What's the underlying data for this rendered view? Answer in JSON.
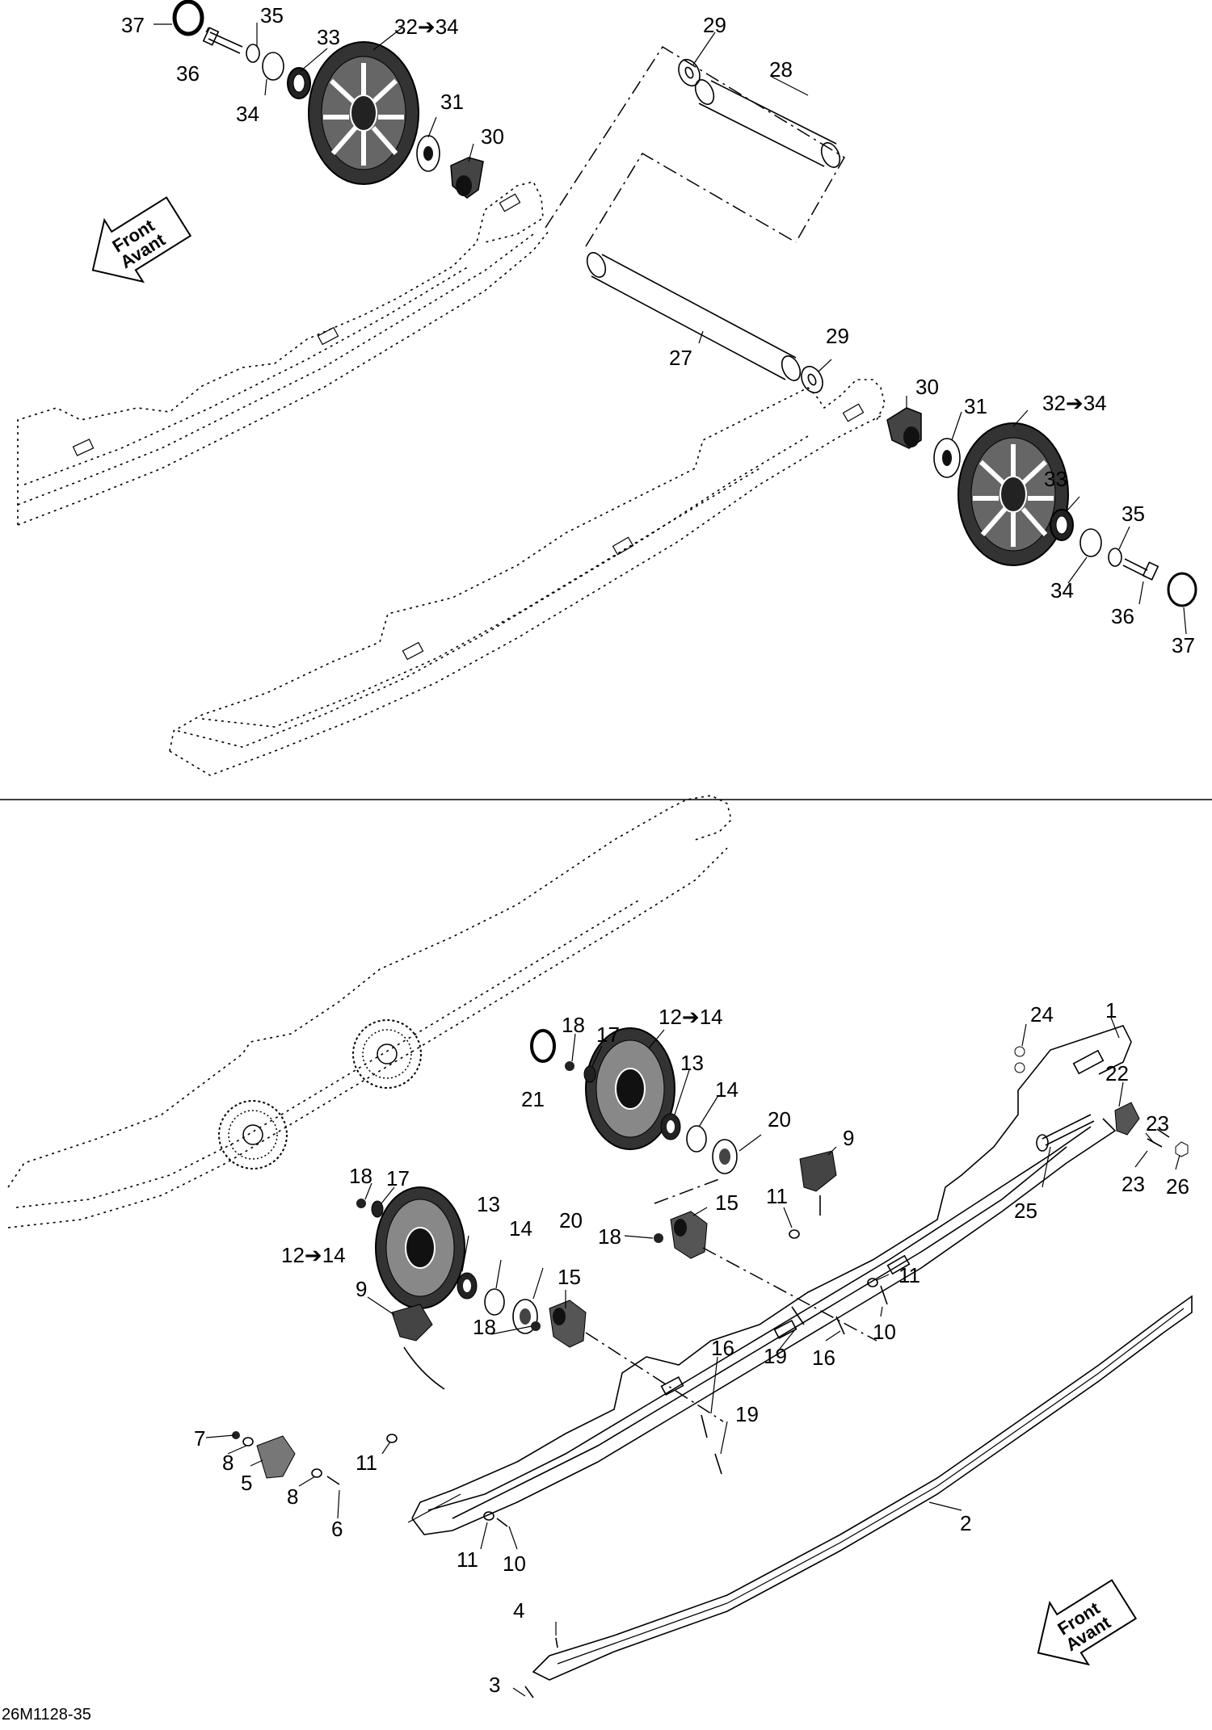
{
  "drawing_number": "26M1128-35",
  "front_arrow": {
    "line1": "Front",
    "line2": "Avant"
  },
  "callouts_top": [
    {
      "id": "c37a",
      "text": "37"
    },
    {
      "id": "c35a",
      "text": "35"
    },
    {
      "id": "c33a",
      "text": "33"
    },
    {
      "id": "c3234a",
      "text": "32➔34"
    },
    {
      "id": "c36a",
      "text": "36"
    },
    {
      "id": "c34a",
      "text": "34"
    },
    {
      "id": "c31a",
      "text": "31"
    },
    {
      "id": "c30a",
      "text": "30"
    },
    {
      "id": "c29a",
      "text": "29"
    },
    {
      "id": "c28",
      "text": "28"
    },
    {
      "id": "c29b",
      "text": "29"
    },
    {
      "id": "c27",
      "text": "27"
    },
    {
      "id": "c30b",
      "text": "30"
    },
    {
      "id": "c31b",
      "text": "31"
    },
    {
      "id": "c3234b",
      "text": "32➔34"
    },
    {
      "id": "c33b",
      "text": "33"
    },
    {
      "id": "c35b",
      "text": "35"
    },
    {
      "id": "c34b",
      "text": "34"
    },
    {
      "id": "c36b",
      "text": "36"
    },
    {
      "id": "c37b",
      "text": "37"
    }
  ],
  "callouts_bottom": [
    {
      "id": "c24",
      "text": "24"
    },
    {
      "id": "c1",
      "text": "1"
    },
    {
      "id": "c18a",
      "text": "18"
    },
    {
      "id": "c17a",
      "text": "17"
    },
    {
      "id": "c1214a",
      "text": "12➔14"
    },
    {
      "id": "c21",
      "text": "21"
    },
    {
      "id": "c13a",
      "text": "13"
    },
    {
      "id": "c14a",
      "text": "14"
    },
    {
      "id": "c20a",
      "text": "20"
    },
    {
      "id": "c22",
      "text": "22"
    },
    {
      "id": "c23a",
      "text": "23"
    },
    {
      "id": "c23b",
      "text": "23"
    },
    {
      "id": "c26",
      "text": "26"
    },
    {
      "id": "c25",
      "text": "25"
    },
    {
      "id": "c9a",
      "text": "9"
    },
    {
      "id": "c18b",
      "text": "18"
    },
    {
      "id": "c17b",
      "text": "17"
    },
    {
      "id": "c13b",
      "text": "13"
    },
    {
      "id": "c11a",
      "text": "11"
    },
    {
      "id": "c15a",
      "text": "15"
    },
    {
      "id": "c14b",
      "text": "14"
    },
    {
      "id": "c20b",
      "text": "20"
    },
    {
      "id": "c18c",
      "text": "18"
    },
    {
      "id": "c1214b",
      "text": "12➔14"
    },
    {
      "id": "c11b",
      "text": "11"
    },
    {
      "id": "c10a",
      "text": "10"
    },
    {
      "id": "c19a",
      "text": "19"
    },
    {
      "id": "c16a",
      "text": "16"
    },
    {
      "id": "c15b",
      "text": "15"
    },
    {
      "id": "c18d",
      "text": "18"
    },
    {
      "id": "c9b",
      "text": "9"
    },
    {
      "id": "c16b",
      "text": "16"
    },
    {
      "id": "c19b",
      "text": "19"
    },
    {
      "id": "c7",
      "text": "7"
    },
    {
      "id": "c8a",
      "text": "8"
    },
    {
      "id": "c11c",
      "text": "11"
    },
    {
      "id": "c5",
      "text": "5"
    },
    {
      "id": "c8b",
      "text": "8"
    },
    {
      "id": "c6",
      "text": "6"
    },
    {
      "id": "c11d",
      "text": "11"
    },
    {
      "id": "c10b",
      "text": "10"
    },
    {
      "id": "c2",
      "text": "2"
    },
    {
      "id": "c4",
      "text": "4"
    },
    {
      "id": "c3",
      "text": "3"
    }
  ]
}
